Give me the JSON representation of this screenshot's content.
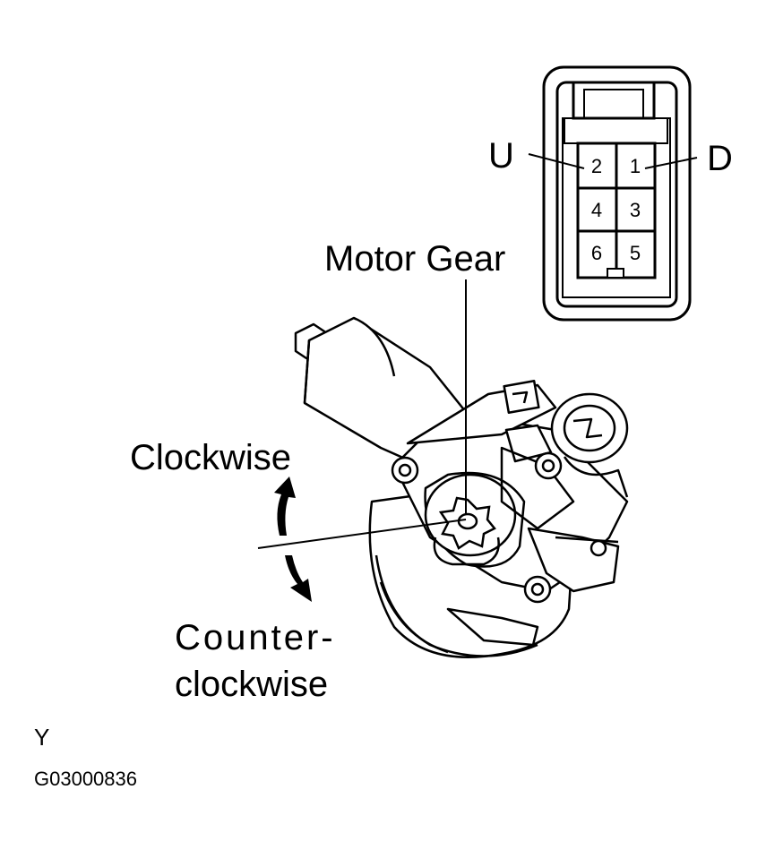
{
  "labels": {
    "motor_gear": "Motor Gear",
    "clockwise": "Clockwise",
    "counter_line1": "Counter-",
    "counter_line2": "clockwise",
    "pin_up": "U",
    "pin_down": "D",
    "corner_letter": "Y",
    "figure_code": "G03000836"
  },
  "connector": {
    "pins": [
      "2",
      "1",
      "4",
      "3",
      "6",
      "5"
    ]
  }
}
